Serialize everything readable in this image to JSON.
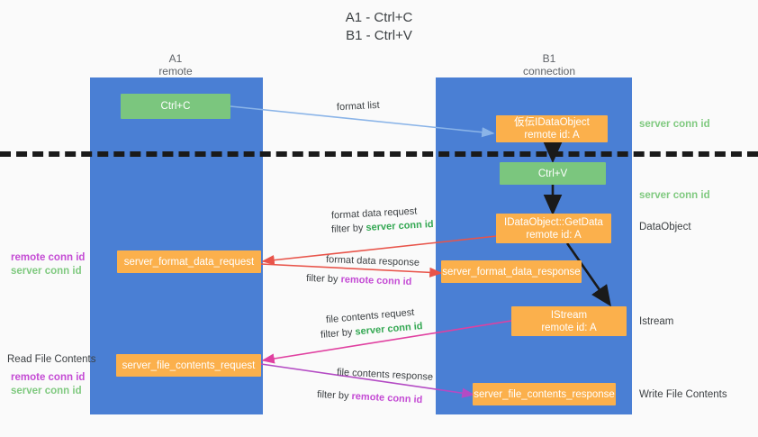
{
  "title": {
    "line1": "A1 - Ctrl+C",
    "line2": "B1 - Ctrl+V"
  },
  "columns": [
    {
      "name": "A1",
      "role": "remote"
    },
    {
      "name": "B1",
      "role": "connection"
    }
  ],
  "boxes": {
    "ctrl_c": "Ctrl+C",
    "ctrl_v": "Ctrl+V",
    "idataobject_top_l1": "仮伝IDataObject",
    "idataobject_top_l2": "remote id: A",
    "getdata_l1": "IDataObject::GetData",
    "getdata_l2": "remote id: A",
    "istream_l1": "IStream",
    "istream_l2": "remote id: A",
    "server_format_data_request": "server_format_data_request",
    "server_format_data_response": "server_format_data_response",
    "server_file_contents_request": "server_file_contents_request",
    "server_file_contents_response": "server_file_contents_response"
  },
  "edge_labels": {
    "format_list": "format list",
    "format_data_request": "format data request",
    "format_data_request_filter_prefix": "filter by ",
    "format_data_request_filter_value": "server conn id",
    "format_data_response": "format data response",
    "format_data_response_filter_prefix": "filter by ",
    "format_data_response_filter_value": "remote conn id",
    "file_contents_request": "file contents request",
    "file_contents_request_filter_prefix": "filter by ",
    "file_contents_request_filter_value": "server conn id",
    "file_contents_response": "file contents response",
    "file_contents_response_filter_prefix": "filter by ",
    "file_contents_response_filter_value": "remote conn id"
  },
  "right_labels": {
    "server_conn_id_top": "server conn id",
    "server_conn_id_mid": "server conn id",
    "dataobject": "DataObject",
    "istream": "Istream",
    "write_file_contents": "Write File Contents"
  },
  "left_labels": {
    "remote_conn_id_upper": "remote conn id",
    "server_conn_id_upper": "server conn id",
    "read_file_contents": "Read File Contents",
    "remote_conn_id_lower": "remote conn id",
    "server_conn_id_lower": "server conn id"
  },
  "colors": {
    "lane": "#4a7fd4",
    "green_box": "#7bc67e",
    "orange_box": "#fbb04c",
    "green_text": "#34a853",
    "purple_text": "#c44bd4",
    "arrow_blue": "#8ab4e8",
    "arrow_red": "#e8544a",
    "arrow_purple": "#b44bc4",
    "arrow_magenta": "#e040a0",
    "arrow_dark": "#1a1a1a"
  }
}
